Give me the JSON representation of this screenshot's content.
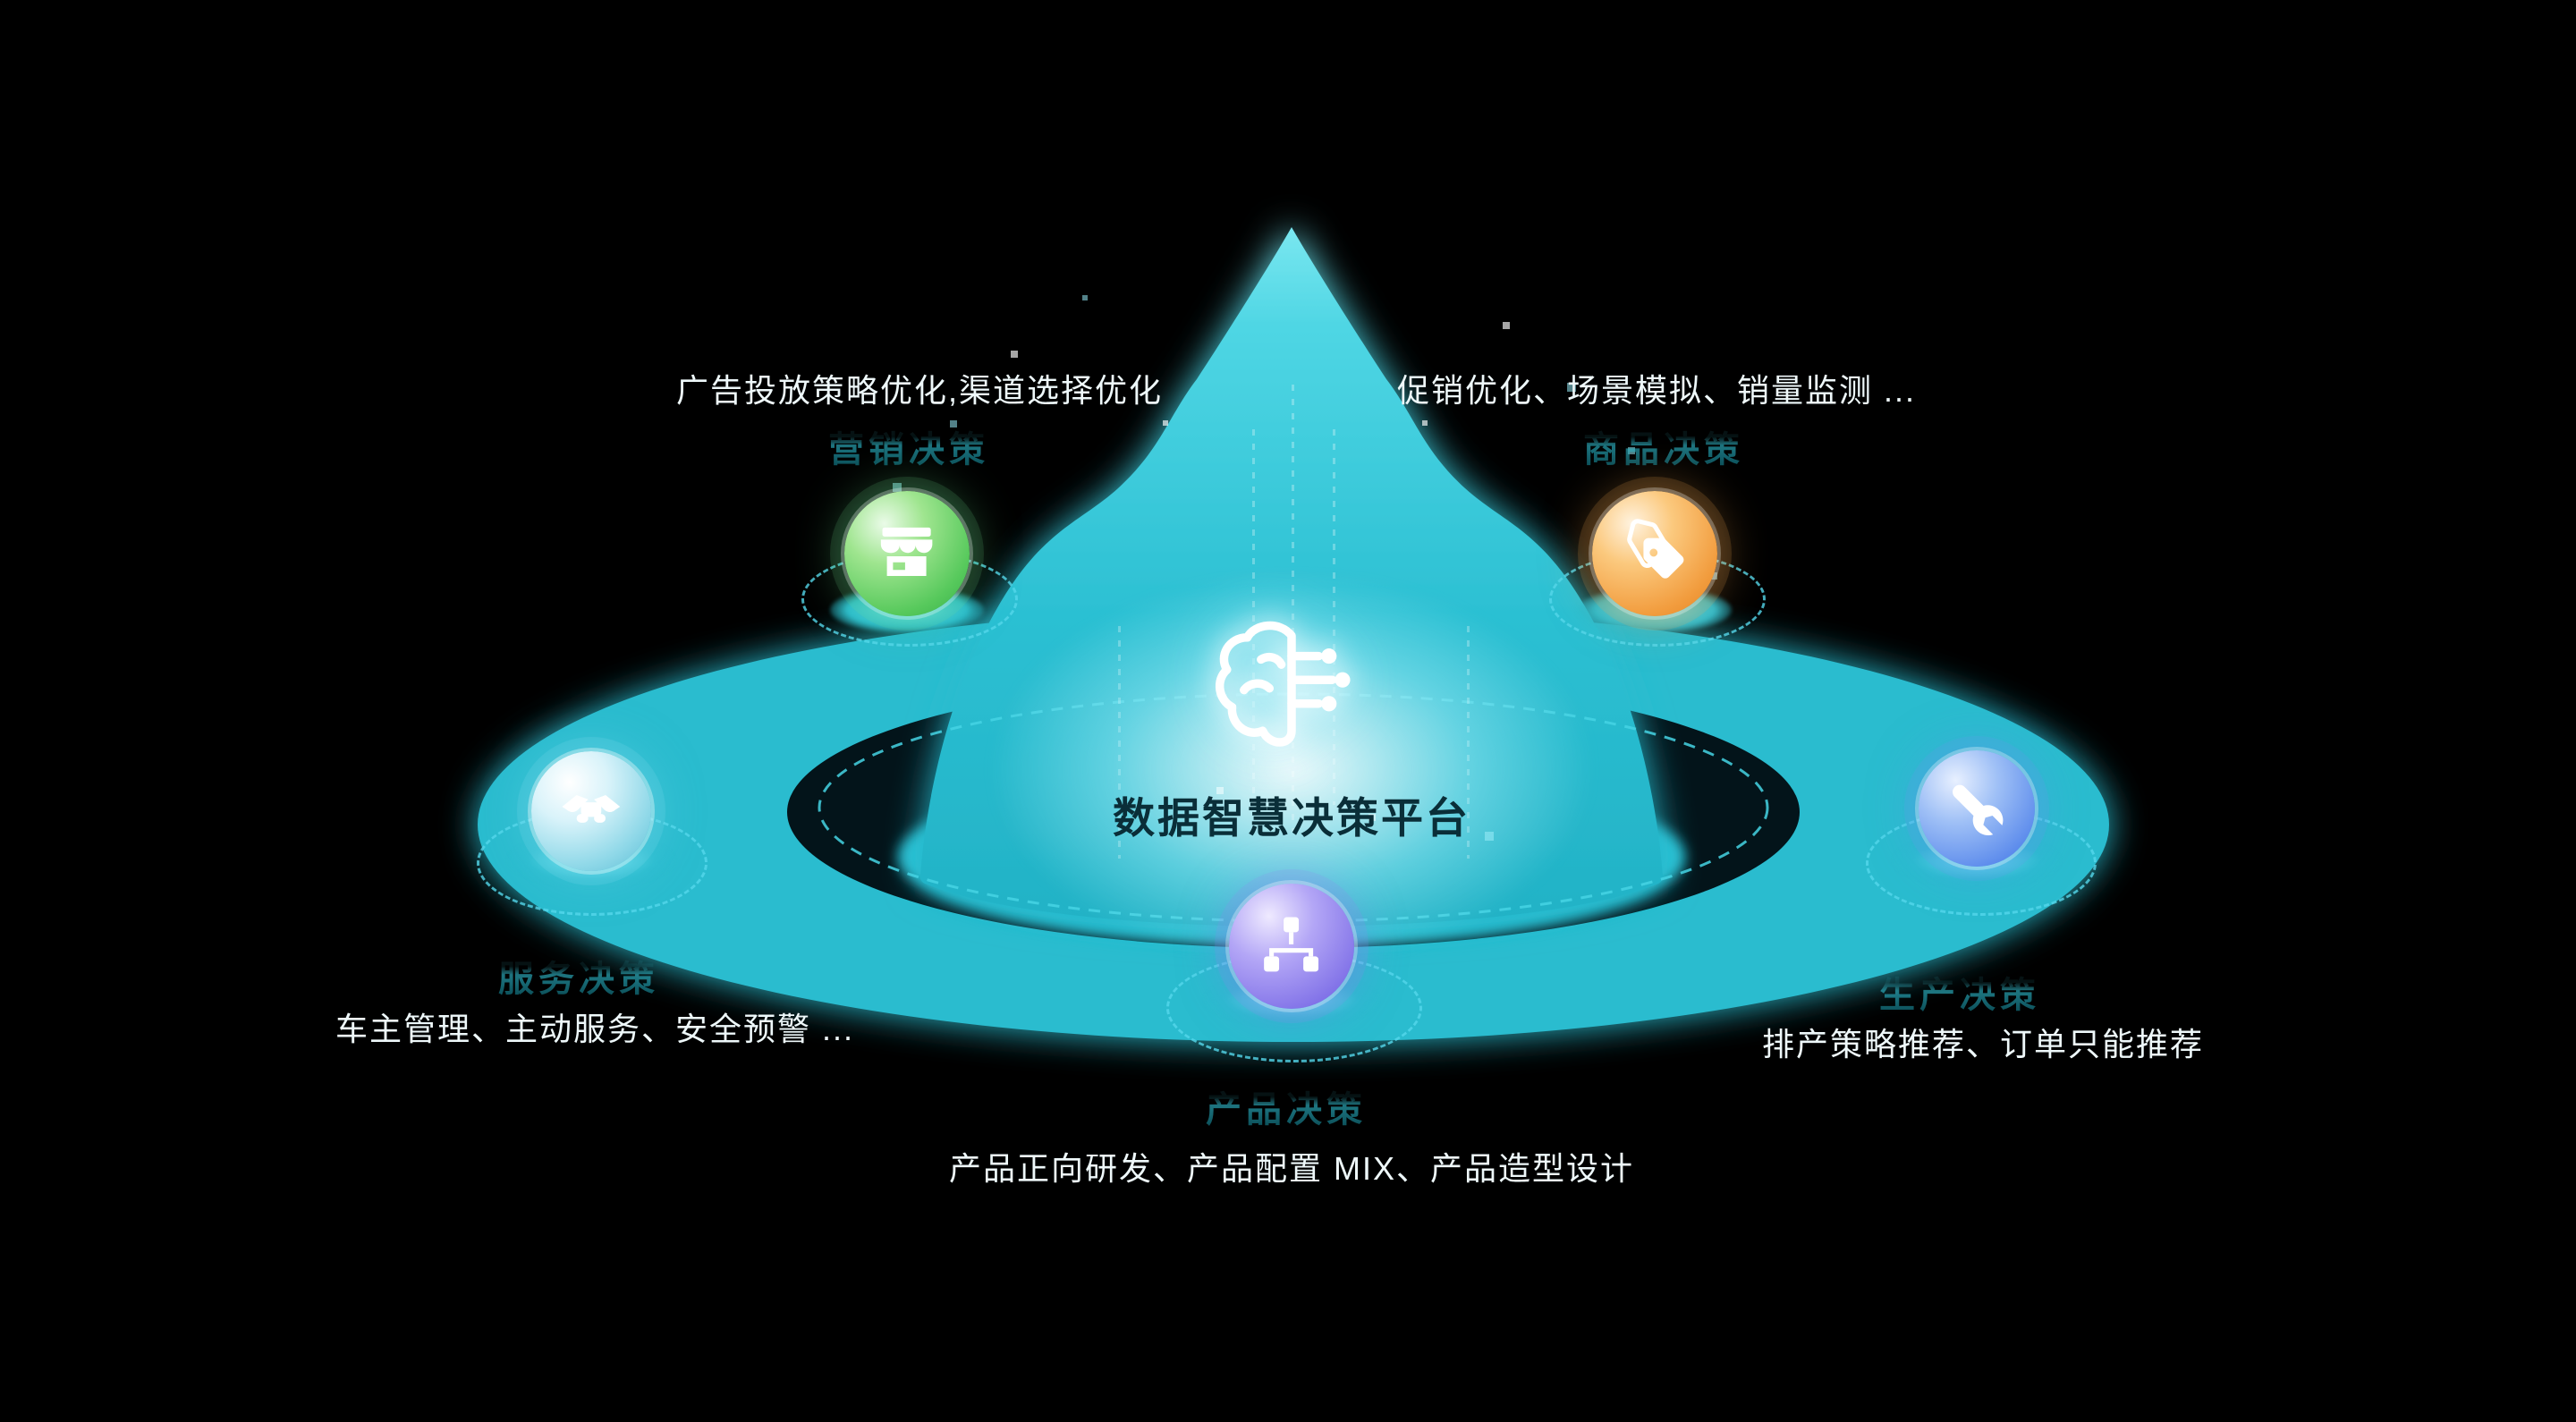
{
  "center": {
    "title": "数据智慧决策平台",
    "icon": "brain-circuit-icon"
  },
  "nodes": [
    {
      "id": "marketing",
      "label": "营销决策",
      "desc": "广告投放策略优化,渠道选择优化",
      "icon": "storefront-icon",
      "color": "#45C05B"
    },
    {
      "id": "goods",
      "label": "商品决策",
      "desc": "促销优化、场景模拟、销量监测 ...",
      "icon": "price-tag-icon",
      "color": "#F0973C"
    },
    {
      "id": "service",
      "label": "服务决策",
      "desc": "车主管理、主动服务、安全预警 ...",
      "icon": "handshake-icon",
      "color": "#7FD4E4"
    },
    {
      "id": "production",
      "label": "生产决策",
      "desc": "排产策略推荐、订单只能推荐",
      "icon": "wrench-icon",
      "color": "#5B8FF9"
    },
    {
      "id": "product",
      "label": "产品决策",
      "desc": "产品正向研发、产品配置 MIX、产品造型设计",
      "icon": "org-chart-icon",
      "color": "#8E7CF0"
    }
  ],
  "theme": {
    "background": "#000000",
    "platform_color": "#29BCCF",
    "glow_color": "#FFFFFF",
    "title_color": "#0A2E38"
  }
}
